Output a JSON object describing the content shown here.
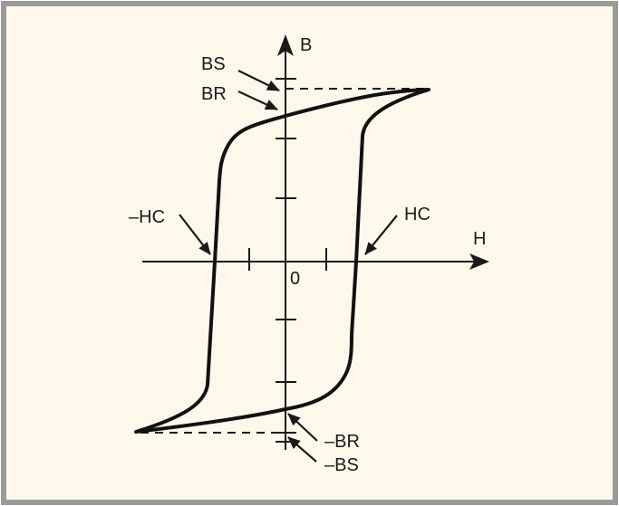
{
  "diagram": {
    "colors": {
      "background": "#fdf8ea",
      "border": "#9a9a9a",
      "ink": "#1a1a1a"
    },
    "axes": {
      "x_label": "H",
      "y_label": "B",
      "origin_label": "0"
    },
    "annotations": {
      "bs": "BS",
      "br": "BR",
      "neg_hc": "–HC",
      "hc": "HC",
      "neg_br": "–BR",
      "neg_bs": "–BS"
    }
  }
}
